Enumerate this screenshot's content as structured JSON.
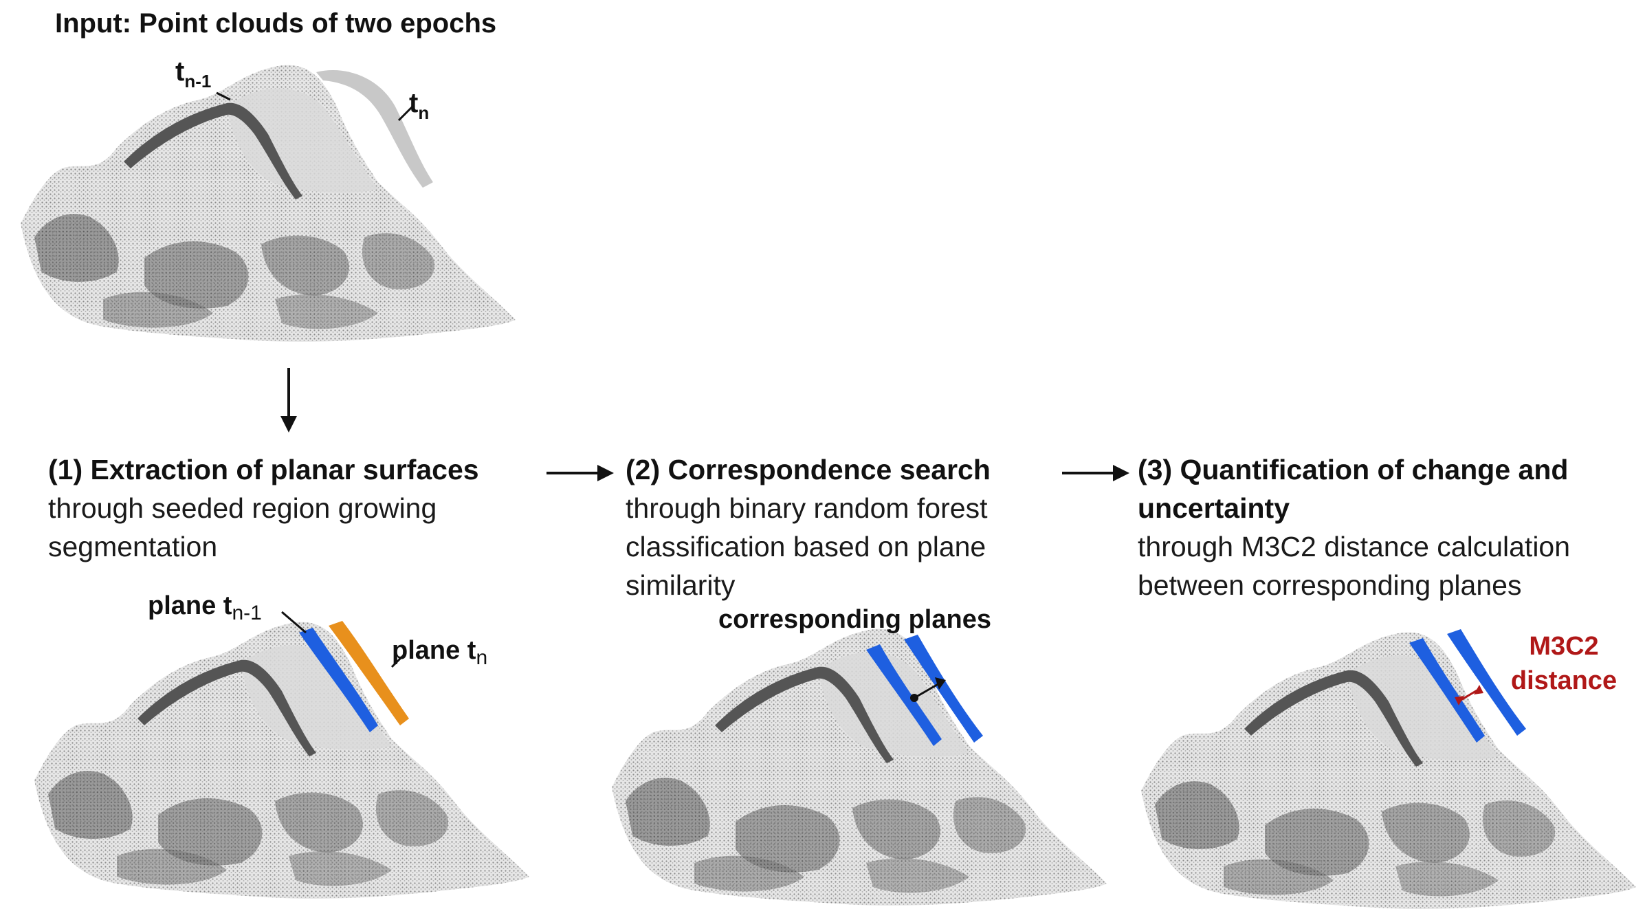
{
  "input": {
    "title": "Input: Point clouds of two epochs",
    "label_prev": "t",
    "label_prev_sub": "n-1",
    "label_curr": "t",
    "label_curr_sub": "n"
  },
  "steps": [
    {
      "title": "(1) Extraction of planar surfaces",
      "desc_lines": [
        "through seeded region growing",
        "segmentation"
      ]
    },
    {
      "title": "(2) Correspondence search",
      "desc_lines": [
        "through binary random forest",
        "classification based on plane",
        "similarity"
      ]
    },
    {
      "title_lines": [
        "(3) Quantification of change and",
        "uncertainty"
      ],
      "desc_lines": [
        "through M3C2 distance calculation",
        "between corresponding planes"
      ]
    }
  ],
  "panel1": {
    "plane_prev_label": "plane t",
    "plane_prev_sub": "n-1",
    "plane_curr_label": "plane t",
    "plane_curr_sub": "n"
  },
  "panel2": {
    "label": "corresponding planes"
  },
  "panel3": {
    "label_line1": "M3C2",
    "label_line2": "distance"
  },
  "colors": {
    "plane_blue": "#1e5fe0",
    "plane_orange": "#e8901c",
    "m3c2_red": "#b01818",
    "cloud_gray": "#9a9a9a",
    "cloud_dark": "#5a5a5a"
  }
}
